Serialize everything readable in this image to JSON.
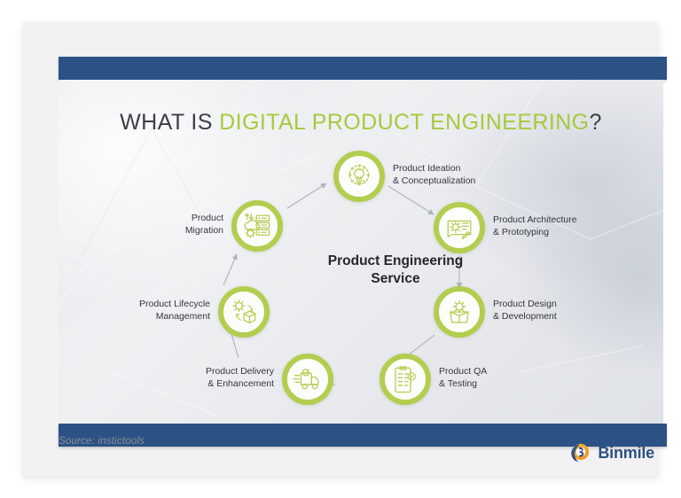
{
  "slide": {
    "title": {
      "lead": "WHAT IS ",
      "highlight": "DIGITAL PRODUCT ENGINEERING",
      "trail": "?"
    },
    "center_label": "Product\nEngineering\nService",
    "colors": {
      "accent_green": "#b3cd4f",
      "title_green": "#a6c93e",
      "bar_blue": "#2c5185",
      "brand_blue": "#2d4f86",
      "brand_orange": "#f0a01e",
      "text_dark": "#33373c"
    }
  },
  "nodes": [
    {
      "id": "ideation",
      "label": "Product Ideation\n& Conceptualization",
      "icon": "lightbulb-gear-icon",
      "side": "right"
    },
    {
      "id": "architecture",
      "label": "Product Architecture\n& Prototyping",
      "icon": "blueprint-pencil-icon",
      "side": "right"
    },
    {
      "id": "design",
      "label": "Product Design\n& Development",
      "icon": "box-gear-icon",
      "side": "right"
    },
    {
      "id": "qa",
      "label": "Product QA\n& Testing",
      "icon": "checklist-icon",
      "side": "right"
    },
    {
      "id": "delivery",
      "label": "Product Delivery\n& Enhancement",
      "icon": "delivery-truck-icon",
      "side": "left"
    },
    {
      "id": "lifecycle",
      "label": "Product Lifecycle\nManagement",
      "icon": "gear-box-cycle-icon",
      "side": "left"
    },
    {
      "id": "migration",
      "label": "Product\nMigration",
      "icon": "server-cloud-icon",
      "side": "left"
    }
  ],
  "footer": {
    "source": "Source: instictools",
    "brand_name": "Binmile",
    "brand_logo_icon": "binmile-logo-icon"
  }
}
